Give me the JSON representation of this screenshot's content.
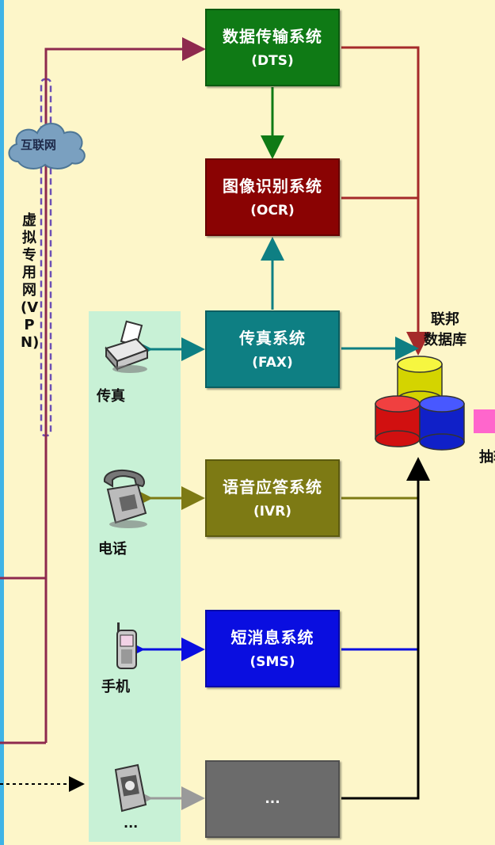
{
  "systems": {
    "dts": {
      "title": "数据传输系统",
      "abbr": "(DTS)"
    },
    "ocr": {
      "title": "图像识别系统",
      "abbr": "(OCR)"
    },
    "fax": {
      "title": "传真系统",
      "abbr": "(FAX)"
    },
    "ivr": {
      "title": "语音应答系统",
      "abbr": "(IVR)"
    },
    "sms": {
      "title": "短消息系统",
      "abbr": "(SMS)"
    },
    "other": {
      "title": "",
      "abbr": "..."
    }
  },
  "devices": {
    "fax": "传真",
    "phone": "电话",
    "mobile": "手机",
    "more": "..."
  },
  "network": {
    "internet": "互联网",
    "vpn": "虚拟专用网(VPN)"
  },
  "database": {
    "label_line1": "联邦",
    "label_line2": "数据库"
  },
  "cut_off_text": "抽转清加",
  "colors": {
    "background": "#fdf6c9",
    "device_panel": "#c8f1d6",
    "dts": "#0f7a15",
    "ocr": "#8a0303",
    "fax": "#0e7f83",
    "ivr": "#7d7a14",
    "sms": "#0a0ee0",
    "other": "#6b6b6b",
    "db_red": "#e01212",
    "db_yellow": "#f2f200",
    "db_blue": "#1224d6"
  }
}
